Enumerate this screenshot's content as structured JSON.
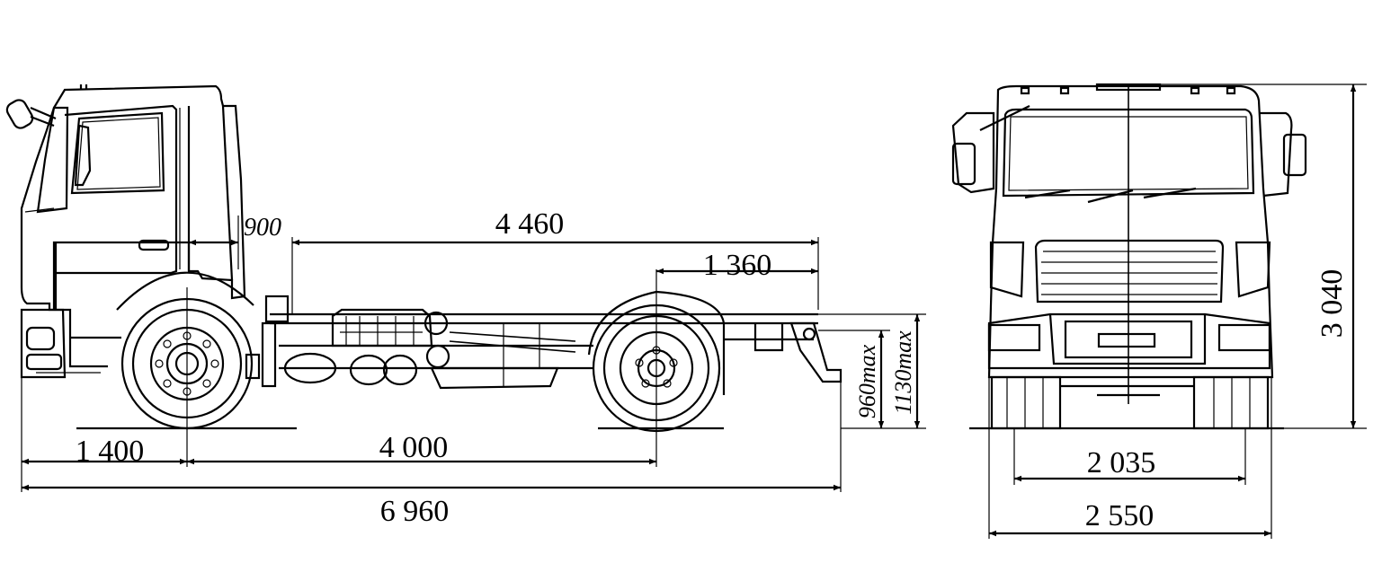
{
  "side_view": {
    "dims": {
      "overall_length": "6 960",
      "wheelbase": "4 000",
      "front_overhang": "1 400",
      "frame_length": "4 460",
      "rear_overhang": "1 360",
      "cab_gap": "900",
      "frame_height": "960max",
      "coupling_height": "1130max"
    }
  },
  "front_view": {
    "dims": {
      "height": "3 040",
      "track": "2 035",
      "width": "2 550"
    }
  }
}
